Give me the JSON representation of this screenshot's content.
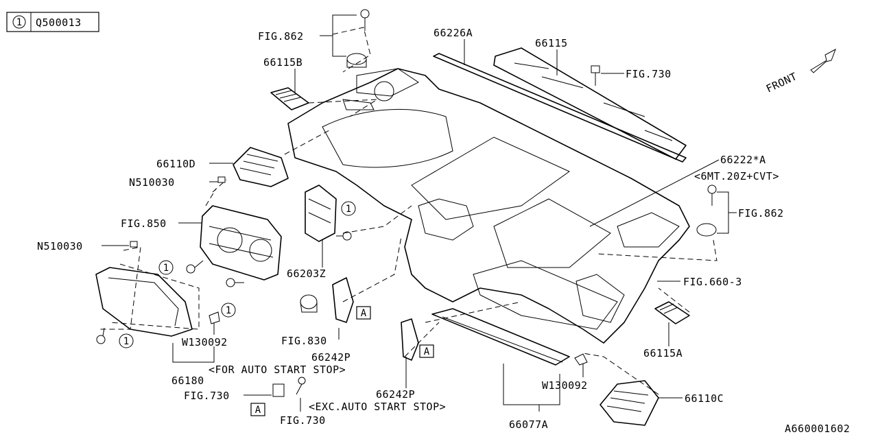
{
  "ref_badge": {
    "number": "1",
    "code": "Q500013"
  },
  "drawing_number": "A660001602",
  "front_indicator": "FRONT",
  "labels": {
    "fig862_top": "FIG.862",
    "p66115B": "66115B",
    "p66226A": "66226A",
    "p66115": "66115",
    "fig730_top": "FIG.730",
    "p66222A": "66222*A",
    "p66222A_note": "<6MT.20Z+CVT>",
    "fig862_right": "FIG.862",
    "p66110D": "66110D",
    "n510030_a": "N510030",
    "fig850": "FIG.850",
    "n510030_b": "N510030",
    "p66203Z": "66203Z",
    "fig660_3": "FIG.660-3",
    "w130092_a": "W130092",
    "fig830": "FIG.830",
    "p66242P_a": "66242P",
    "p66180": "66180",
    "note_auto_start": "<FOR AUTO START STOP>",
    "p66115A": "66115A",
    "w130092_b": "W130092",
    "fig730_bottom": "FIG.730",
    "p66242P_b": "66242P",
    "p66110C": "66110C",
    "fig730_bottom2": "FIG.730",
    "note_exc_auto": "<EXC.AUTO START STOP>",
    "p66077A": "66077A"
  },
  "callouts": {
    "ref1": "1",
    "markA": "A"
  }
}
